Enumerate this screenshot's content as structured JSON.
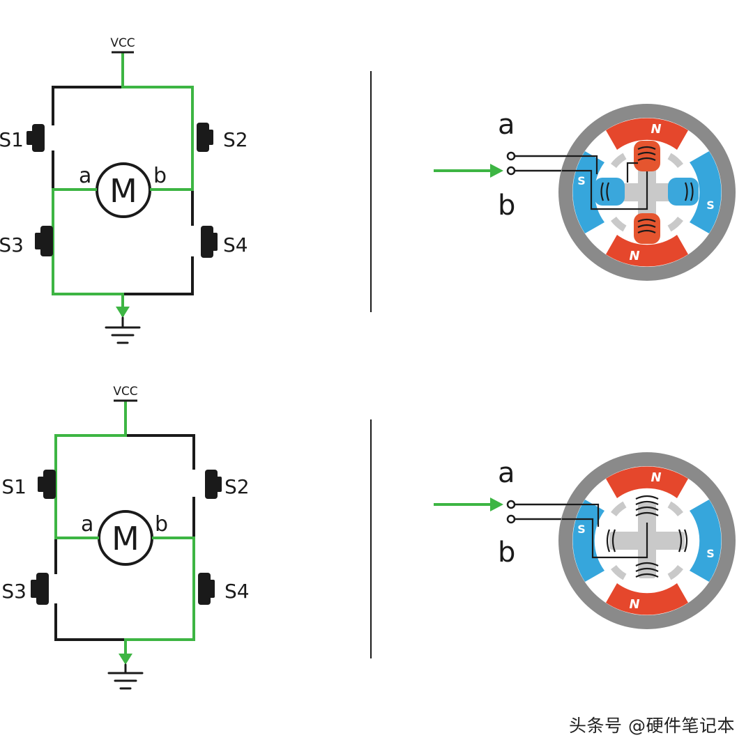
{
  "colors": {
    "wire": "#1a1a1a",
    "active_path": "#3db543",
    "stator_ring": "#8a8a8a",
    "pole_n": "#e5472c",
    "pole_s": "#36a6dc",
    "coil_active_n": "#e5552f",
    "coil_active_s": "#3aa7dc",
    "rotor": "#c9c9c9"
  },
  "panels": [
    {
      "supply_label": "VCC",
      "switch_labels": {
        "s1": "S1",
        "s2": "S2",
        "s3": "S3",
        "s4": "S4"
      },
      "motor_label": "M",
      "terminal_a": "a",
      "terminal_b": "b",
      "active_switches": [
        "S2",
        "S3"
      ],
      "current_direction": "b-to-a",
      "motor": {
        "input_a": "a",
        "input_b": "b",
        "arrow_terminal": "b",
        "stator_poles": {
          "top": "N",
          "bottom": "N",
          "left": "S",
          "right": "S"
        },
        "coils_energized": true
      }
    },
    {
      "supply_label": "VCC",
      "switch_labels": {
        "s1": "S1",
        "s2": "S2",
        "s3": "S3",
        "s4": "S4"
      },
      "motor_label": "M",
      "terminal_a": "a",
      "terminal_b": "b",
      "active_switches": [
        "S1",
        "S4"
      ],
      "current_direction": "a-to-b",
      "motor": {
        "input_a": "a",
        "input_b": "b",
        "arrow_terminal": "a",
        "stator_poles": {
          "top": "N",
          "bottom": "N",
          "left": "S",
          "right": "S"
        },
        "coils_energized": false
      }
    }
  ],
  "watermark": "头条号 @硬件笔记本"
}
